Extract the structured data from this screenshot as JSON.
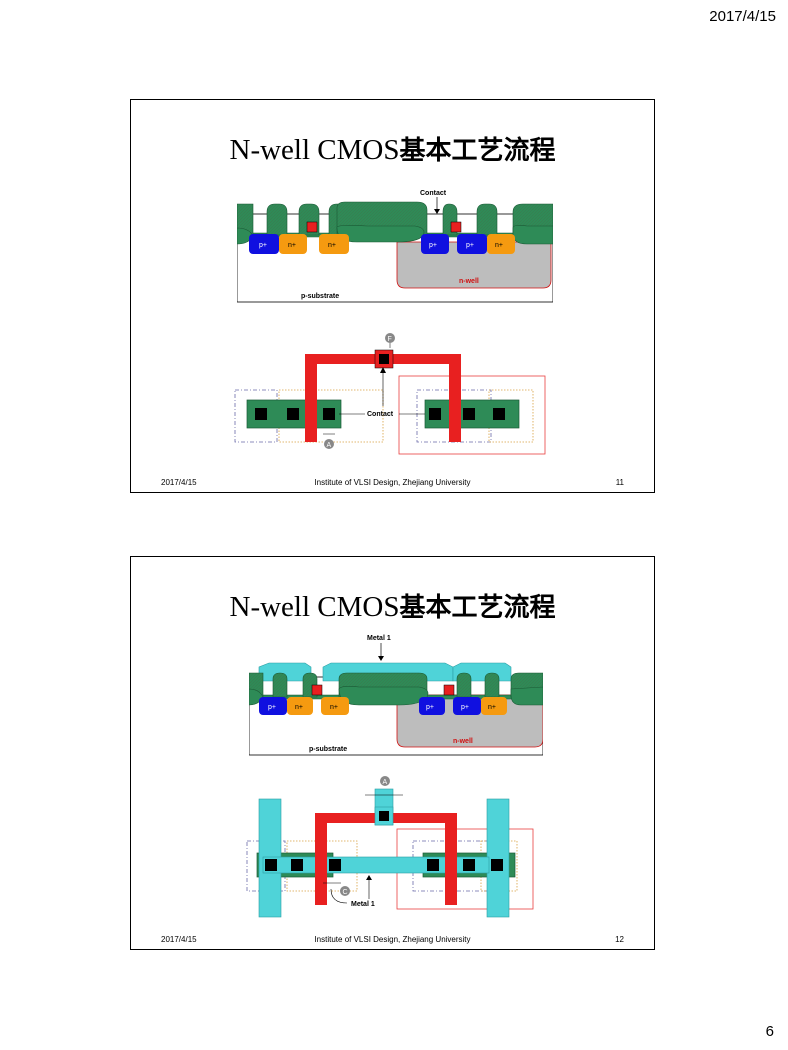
{
  "page": {
    "date": "2017/4/15",
    "page_number": "6"
  },
  "colors": {
    "field_oxide": "#2e8b57",
    "poly": "#e82020",
    "p_diff": "#1010e0",
    "n_diff": "#f59a10",
    "nwell": "#bdbdbd",
    "metal1": "#4fd3d8",
    "nwell_label": "#d01010"
  },
  "slides": [
    {
      "title_latin": "N-well CMOS",
      "title_cjk": "基本工艺流程",
      "callout": "Contact",
      "substrate_label": "p-substrate",
      "nwell_label": "n-well",
      "diff_labels": [
        "p+",
        "n+",
        "n+",
        "p+",
        "p+",
        "n+"
      ],
      "layout_callout": "Contact",
      "marker_top": "F",
      "marker_bottom": "A",
      "footer_date": "2017/4/15",
      "footer_institute": "Institute of VLSI Design, Zhejiang University",
      "footer_number": "11"
    },
    {
      "title_latin": "N-well CMOS",
      "title_cjk": "基本工艺流程",
      "callout": "Metal 1",
      "substrate_label": "p-substrate",
      "nwell_label": "n-well",
      "diff_labels": [
        "p+",
        "n+",
        "n+",
        "p+",
        "p+",
        "n+"
      ],
      "layout_callout": "Metal 1",
      "marker_top": "A",
      "marker_bottom": "C",
      "footer_date": "2017/4/15",
      "footer_institute": "Institute of VLSI Design, Zhejiang University",
      "footer_number": "12"
    }
  ]
}
